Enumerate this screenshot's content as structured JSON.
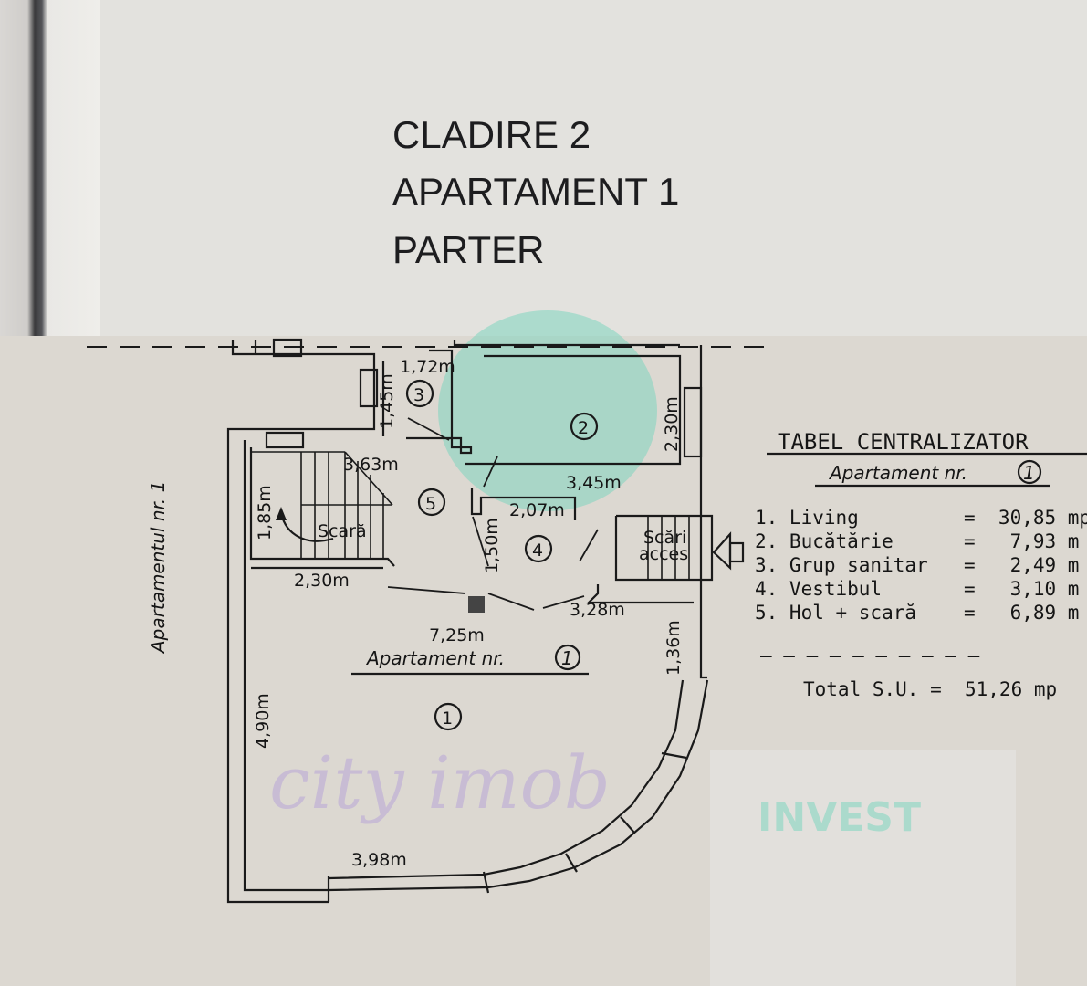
{
  "header": {
    "line1": "CLADIRE 2",
    "line2": "APARTAMENT 1",
    "line3": "PARTER"
  },
  "plan": {
    "side_label": "Apartamentul nr. 1",
    "apartment_label": "Apartament nr.",
    "apartment_number": "1",
    "stair_label": "Scară",
    "access_stairs_label_1": "Scări",
    "access_stairs_label_2": "acces",
    "room_numbers": [
      "1",
      "2",
      "3",
      "4",
      "5"
    ],
    "dimensions": {
      "d_172": "1,72m",
      "d_145": "1,45m",
      "d_230_kitchen": "2,30m",
      "d_363": "3,63m",
      "d_345": "3,45m",
      "d_185": "1,85m",
      "d_207": "2,07m",
      "d_150": "1,50m",
      "d_230_stair": "2,30m",
      "d_328": "3,28m",
      "d_725": "7,25m",
      "d_136": "1,36m",
      "d_490": "4,90m",
      "d_398": "3,98m"
    }
  },
  "table": {
    "title": "TABEL CENTRALIZATOR",
    "subtitle": "Apartament nr.",
    "subtitle_number": "1",
    "rows": [
      {
        "label": "1. Living",
        "value": "=  30,85 mp"
      },
      {
        "label": "2. Bucătărie",
        "value": "=   7,93 m"
      },
      {
        "label": "3. Grup sanitar",
        "value": "=   2,49 m"
      },
      {
        "label": "4. Vestibul",
        "value": "=   3,10 m"
      },
      {
        "label": "5. Hol + scară",
        "value": "=   6,89 m"
      }
    ],
    "separator": "— — — — — — — — — —",
    "total": "Total S.U. =  51,26 mp"
  },
  "watermark": {
    "text1": "city imob",
    "text2": "INVEST",
    "colors": {
      "teal": "#7fd6c0",
      "purple": "#b9a6d8"
    }
  }
}
